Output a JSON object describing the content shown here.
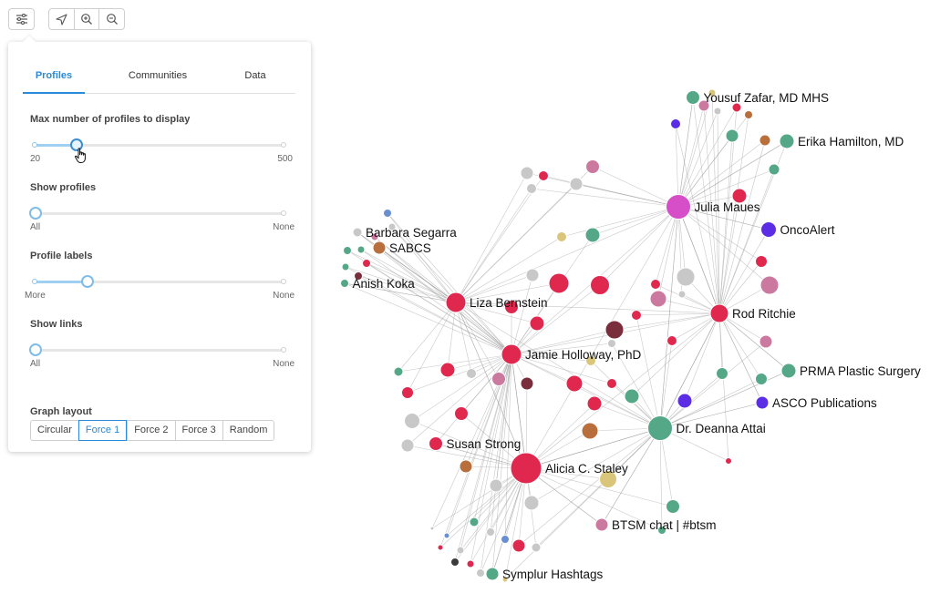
{
  "toolbar": {
    "settings_icon": "sliders-icon",
    "locate_icon": "navigation-arrow-icon",
    "zoom_in_icon": "zoom-in-icon",
    "zoom_out_icon": "zoom-out-icon"
  },
  "tabs": [
    {
      "label": "Profiles",
      "active": true
    },
    {
      "label": "Communities",
      "active": false
    },
    {
      "label": "Data",
      "active": false
    }
  ],
  "controls": {
    "max_profiles": {
      "label": "Max number of profiles to display",
      "min_label": "20",
      "max_label": "500",
      "value_fraction": 0.17
    },
    "show_profiles": {
      "label": "Show profiles",
      "min_label": "All",
      "max_label": "None",
      "value_fraction": 0.0
    },
    "profile_labels": {
      "label": "Profile labels",
      "min_label": "More",
      "max_label": "None",
      "value_fraction": 0.21
    },
    "show_links": {
      "label": "Show links",
      "min_label": "All",
      "max_label": "None",
      "value_fraction": 0.0
    }
  },
  "graph_layout": {
    "label": "Graph layout",
    "options": [
      "Circular",
      "Force 1",
      "Force 2",
      "Force 3",
      "Random"
    ],
    "selected": "Force 1"
  },
  "colors": {
    "accent": "#2a8ad8",
    "red": "#e0284f",
    "green": "#55a887",
    "pink": "#cc79a0",
    "purple": "#5b2ee6",
    "magenta": "#d64fc9",
    "orange": "#b86f3c",
    "gray": "#c8c8c8",
    "tan": "#d9c67a",
    "maroon": "#7a2d3a"
  },
  "graph": {
    "labeled_nodes": [
      {
        "label": "Yousuf Zafar, MD MHS",
        "color": "green"
      },
      {
        "label": "Erika Hamilton, MD",
        "color": "green"
      },
      {
        "label": "Julia Maues",
        "color": "magenta"
      },
      {
        "label": "OncoAlert",
        "color": "purple"
      },
      {
        "label": "Barbara Segarra",
        "color": "gray"
      },
      {
        "label": "SABCS",
        "color": "orange"
      },
      {
        "label": "Anish Koka",
        "color": "green"
      },
      {
        "label": "Liza Bernstein",
        "color": "red"
      },
      {
        "label": "Rod Ritchie",
        "color": "red"
      },
      {
        "label": "Jamie Holloway, PhD",
        "color": "red"
      },
      {
        "label": "PRMA Plastic Surgery",
        "color": "green"
      },
      {
        "label": "ASCO Publications",
        "color": "purple"
      },
      {
        "label": "Dr. Deanna Attai",
        "color": "green"
      },
      {
        "label": "Susan Strong",
        "color": "red"
      },
      {
        "label": "Alicia C. Staley",
        "color": "red"
      },
      {
        "label": "BTSM chat | #btsm",
        "color": "pink"
      },
      {
        "label": "Symplur Hashtags",
        "color": "green"
      }
    ]
  }
}
